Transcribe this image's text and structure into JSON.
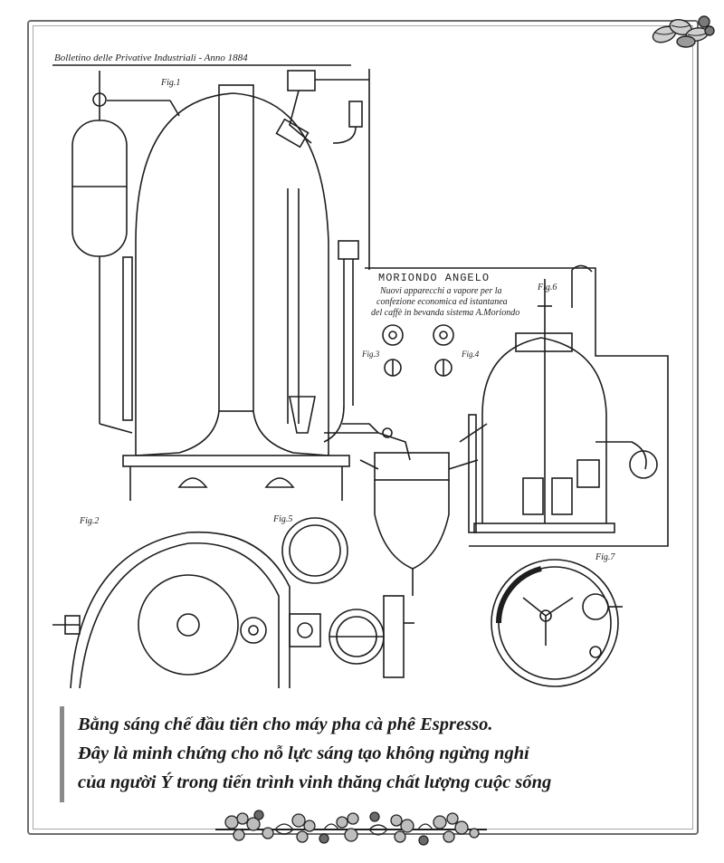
{
  "patent": {
    "header": "Bolletino delle Privative Industriali - Anno 1884",
    "name": "MORIONDO ANGELO",
    "line1": "Nuovi apparecchi a vapore per la",
    "line2": "confezione economica ed istantanea",
    "line3": "del caffè in bevanda sistema A.Moriondo",
    "fig1": "Fig.1",
    "fig2": "Fig.2",
    "fig3": "Fig.3",
    "fig4": "Fig.4",
    "fig5": "Fig.5",
    "fig6": "Fig.6",
    "fig7": "Fig.7"
  },
  "caption": {
    "line1": "Bằng sáng chế đầu tiên cho máy pha cà phê Espresso.",
    "line2": "Đây là minh chứng cho nỗ lực sáng tạo không ngừng nghỉ",
    "line3": "của người Ý trong tiến trình vinh thăng chất lượng cuộc sống"
  },
  "colors": {
    "ink": "#1a1a1a",
    "frame": "#6e6e6e",
    "caption_bar": "#8a8a8a"
  },
  "icons": [
    "coffee-bean-cluster-icon",
    "coffee-branch-ornament-icon"
  ]
}
